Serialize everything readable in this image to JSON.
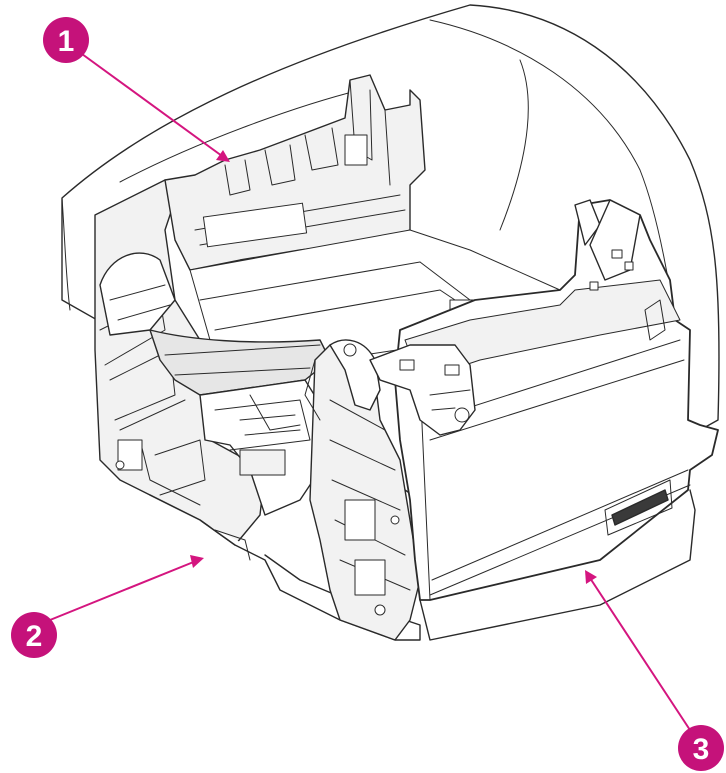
{
  "diagram": {
    "callouts": [
      {
        "number": "1"
      },
      {
        "number": "2"
      },
      {
        "number": "3"
      }
    ]
  },
  "colors": {
    "callout": "#c5127a",
    "leader_line": "#d4157f",
    "outline": "#2a2a2a"
  }
}
